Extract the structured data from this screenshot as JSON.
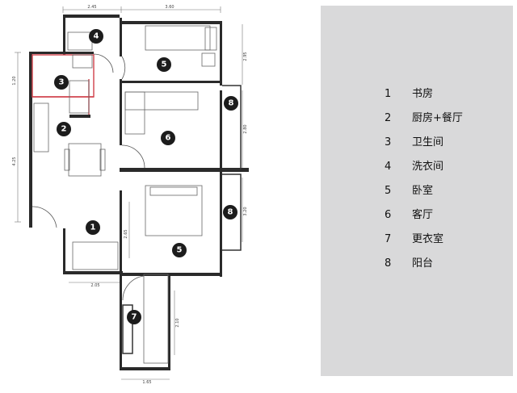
{
  "plan": {
    "markers": [
      {
        "id": "4",
        "label": "4"
      },
      {
        "id": "5a",
        "label": "5"
      },
      {
        "id": "3",
        "label": "3"
      },
      {
        "id": "8a",
        "label": "8"
      },
      {
        "id": "2",
        "label": "2"
      },
      {
        "id": "6",
        "label": "6"
      },
      {
        "id": "8b",
        "label": "8"
      },
      {
        "id": "1",
        "label": "1"
      },
      {
        "id": "5b",
        "label": "5"
      },
      {
        "id": "7",
        "label": "7"
      }
    ]
  },
  "legend": [
    {
      "num": "1",
      "label": "书房"
    },
    {
      "num": "2",
      "label": "厨房+餐厅"
    },
    {
      "num": "3",
      "label": "卫生间"
    },
    {
      "num": "4",
      "label": "洗衣间"
    },
    {
      "num": "5",
      "label": "卧室"
    },
    {
      "num": "6",
      "label": "客厅"
    },
    {
      "num": "7",
      "label": "更衣室"
    },
    {
      "num": "8",
      "label": "阳台"
    }
  ],
  "colors": {
    "legend_bg": "#d9d9da",
    "marker_fill": "#1c1c1c",
    "wall": "#2a2a2a",
    "bathroom_outline": "#d0404a"
  }
}
